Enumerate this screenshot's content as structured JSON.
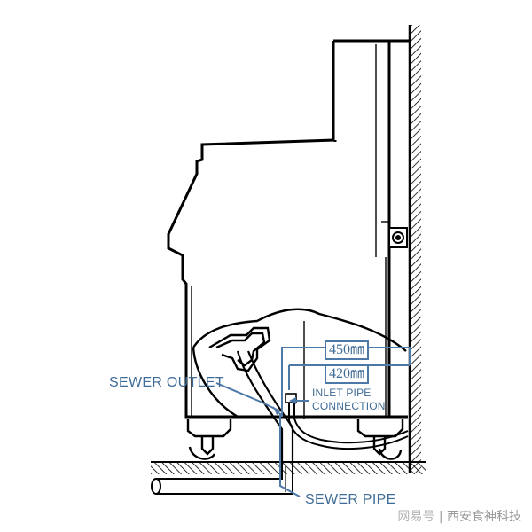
{
  "labels": {
    "sewer_outlet": "SEWER OUTLET",
    "inlet_pipe_line1": "INLET PIPE",
    "inlet_pipe_line2": "CONNECTION",
    "sewer_pipe": "SEWER PIPE"
  },
  "dimensions": {
    "upper": "450㎜",
    "lower": "420㎜"
  },
  "watermark": {
    "source": "网易号",
    "separator": " | ",
    "author": "西安食神科技"
  },
  "colors": {
    "line": "#000000",
    "annotation": "#4c79a8",
    "annotation_text": "#3f6c96"
  }
}
